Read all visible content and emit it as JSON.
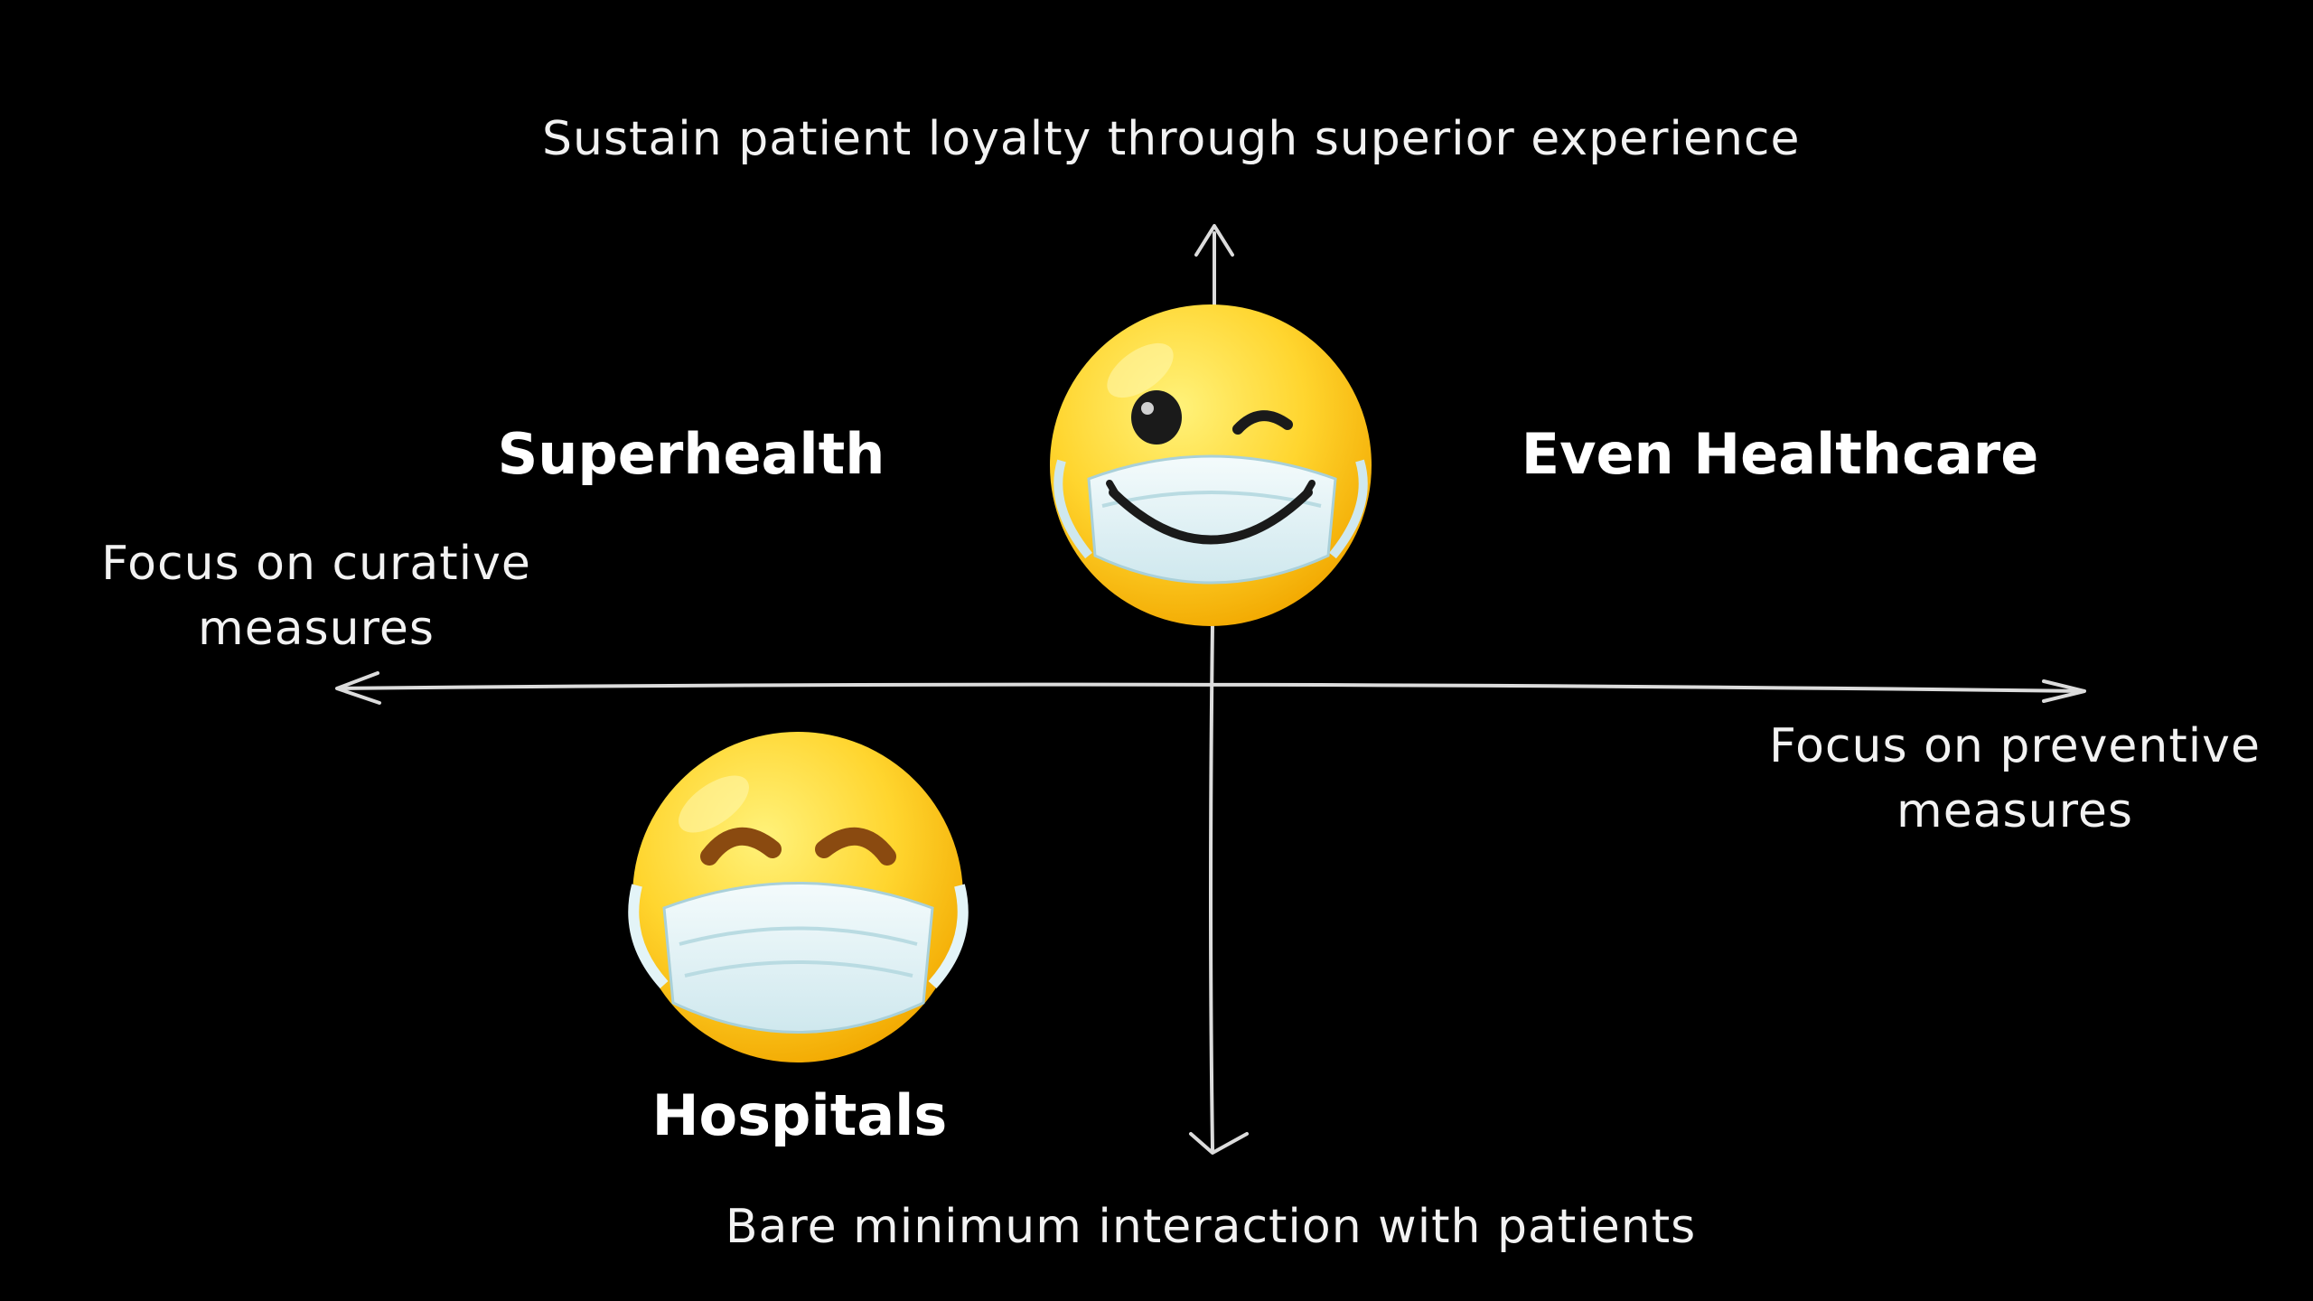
{
  "diagram": {
    "axes": {
      "top": "Sustain patient loyalty through superior experience",
      "bottom": "Bare minimum interaction with patients",
      "left": [
        "Focus on curative",
        "measures"
      ],
      "right": [
        "Focus on preventive",
        "measures"
      ]
    },
    "quadrants": {
      "top_left": "Superhealth",
      "top_right": "Even Healthcare",
      "bottom_left": "Hospitals"
    },
    "icons": {
      "top_center": "winking-face-with-mask-icon",
      "bottom_left": "smiling-face-with-mask-icon"
    },
    "colors": {
      "background": "#000000",
      "text": "#ffffff",
      "axis": "#dcdcdc",
      "emoji_face": "#ffd52e",
      "mask": "#e3f4f7"
    }
  }
}
